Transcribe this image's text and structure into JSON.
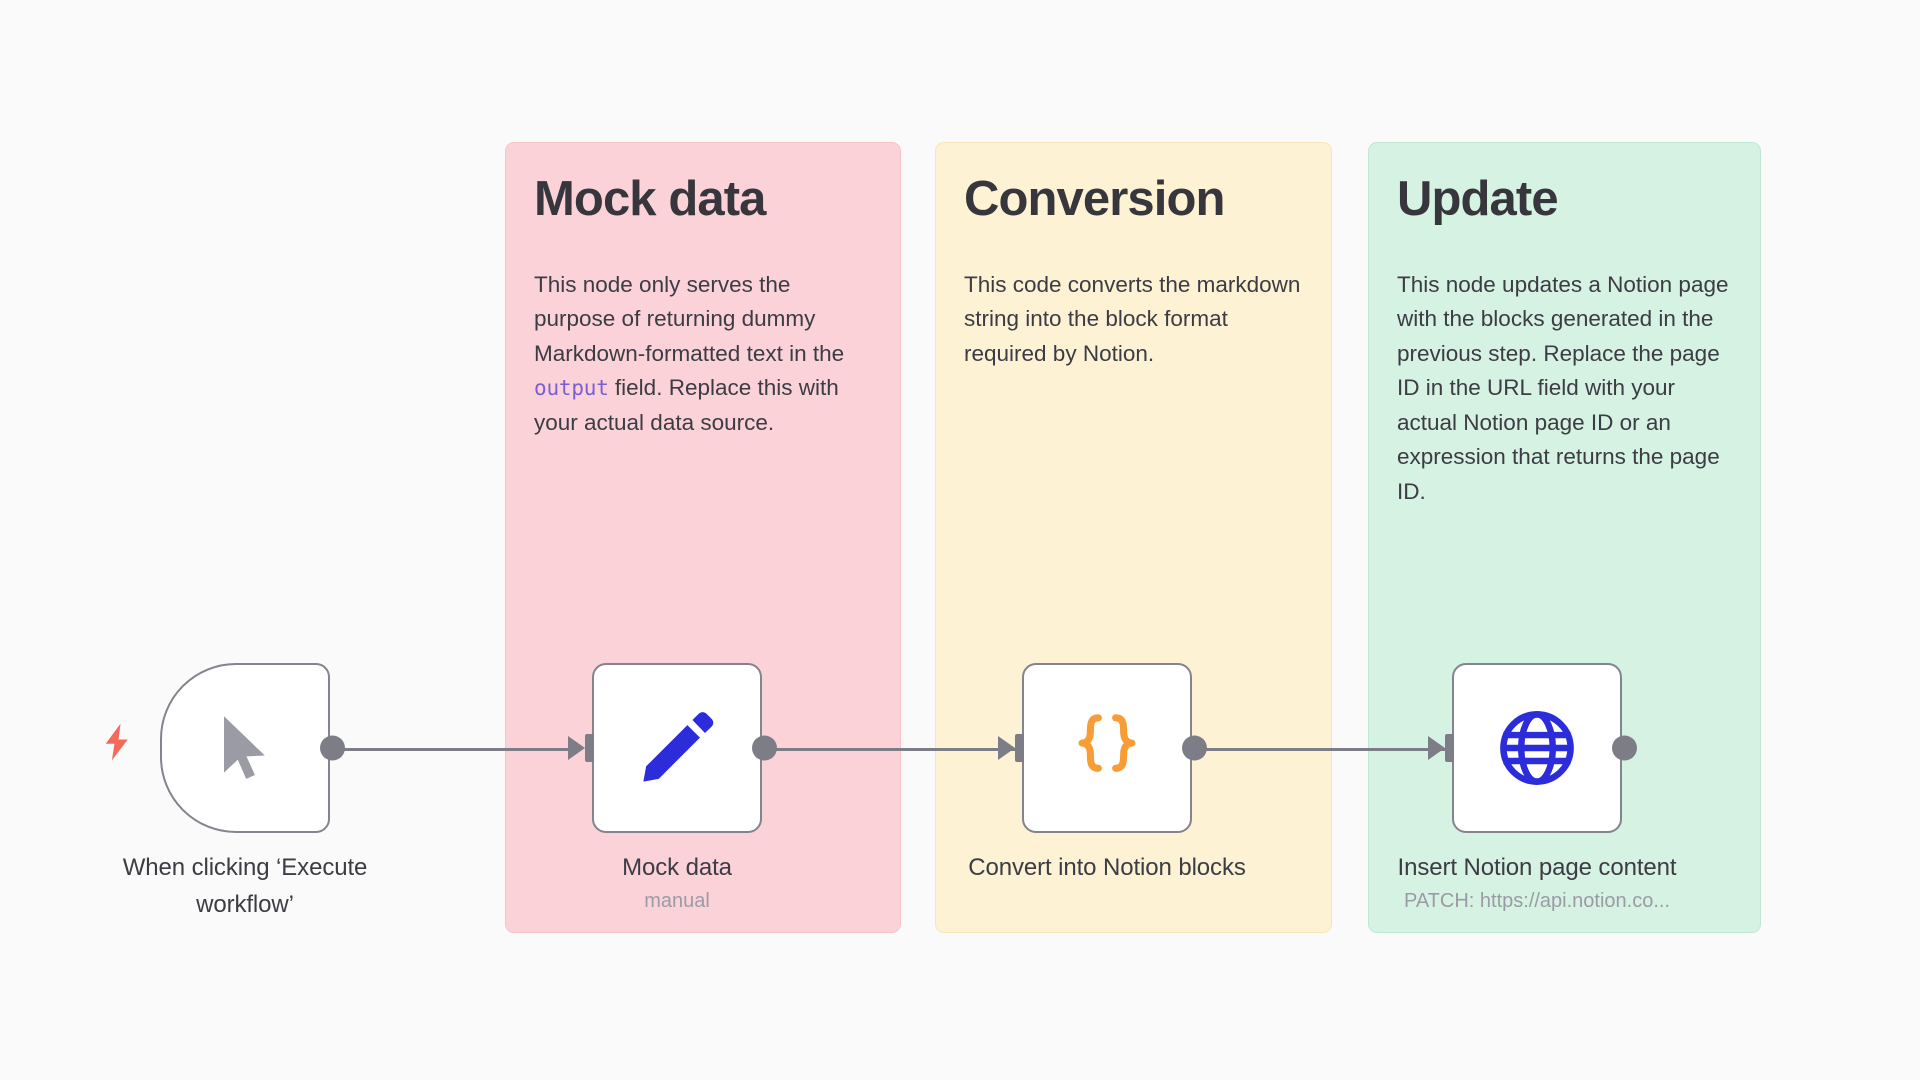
{
  "canvas": {
    "background_color": "#fafafa"
  },
  "sticky_notes": [
    {
      "id": "mock-data",
      "title": "Mock data",
      "color": "#fbd2d8",
      "color_name": "pink",
      "body_before_code": "This node only serves the purpose of returning dummy Markdown-formatted text in the ",
      "code_token": "output",
      "code_token_color": "#7a5ed6",
      "body_after_code": " field. Replace this with your actual data source."
    },
    {
      "id": "conversion",
      "title": "Conversion",
      "color": "#fdf2d4",
      "color_name": "yellow",
      "body": "This code converts the markdown string into the block format required by Notion."
    },
    {
      "id": "update",
      "title": "Update",
      "color": "#d6f2e2",
      "color_name": "green",
      "body": "This node updates a Notion page with the blocks generated in the previous step. Replace the page ID in the URL field with your actual Notion page ID or an expression that returns the page ID."
    }
  ],
  "nodes": [
    {
      "id": "trigger",
      "label": "When clicking ‘Execute workflow’",
      "sublabel": "",
      "icon": "cursor-pointer-icon",
      "icon_color": "#9b9ba6",
      "shape": "trigger",
      "has_input": false,
      "has_output": true,
      "badge_icon": "lightning-bolt-icon",
      "badge_color": "#f36a5a"
    },
    {
      "id": "mock-data",
      "label": "Mock data",
      "sublabel": "manual",
      "icon": "pencil-edit-icon",
      "icon_color": "#2c2cdb",
      "shape": "square",
      "has_input": true,
      "has_output": true
    },
    {
      "id": "code",
      "label": "Convert into Notion blocks",
      "sublabel": "",
      "icon": "curly-braces-icon",
      "icon_color": "#f89d36",
      "shape": "square",
      "has_input": true,
      "has_output": true
    },
    {
      "id": "http-request",
      "label": "Insert Notion page content",
      "sublabel": "PATCH: https://api.notion.co...",
      "icon": "globe-icon",
      "icon_color": "#2c2cdb",
      "shape": "square",
      "has_input": true,
      "has_output": true
    }
  ],
  "connections": [
    {
      "from": "trigger",
      "to": "mock-data"
    },
    {
      "from": "mock-data",
      "to": "code"
    },
    {
      "from": "code",
      "to": "http-request"
    }
  ],
  "theme": {
    "connector_color": "#7d7d87",
    "node_border_color": "#84848e",
    "node_fill_color": "#ffffff",
    "text_primary": "#3c3c44",
    "text_muted": "#9b9ba6"
  }
}
